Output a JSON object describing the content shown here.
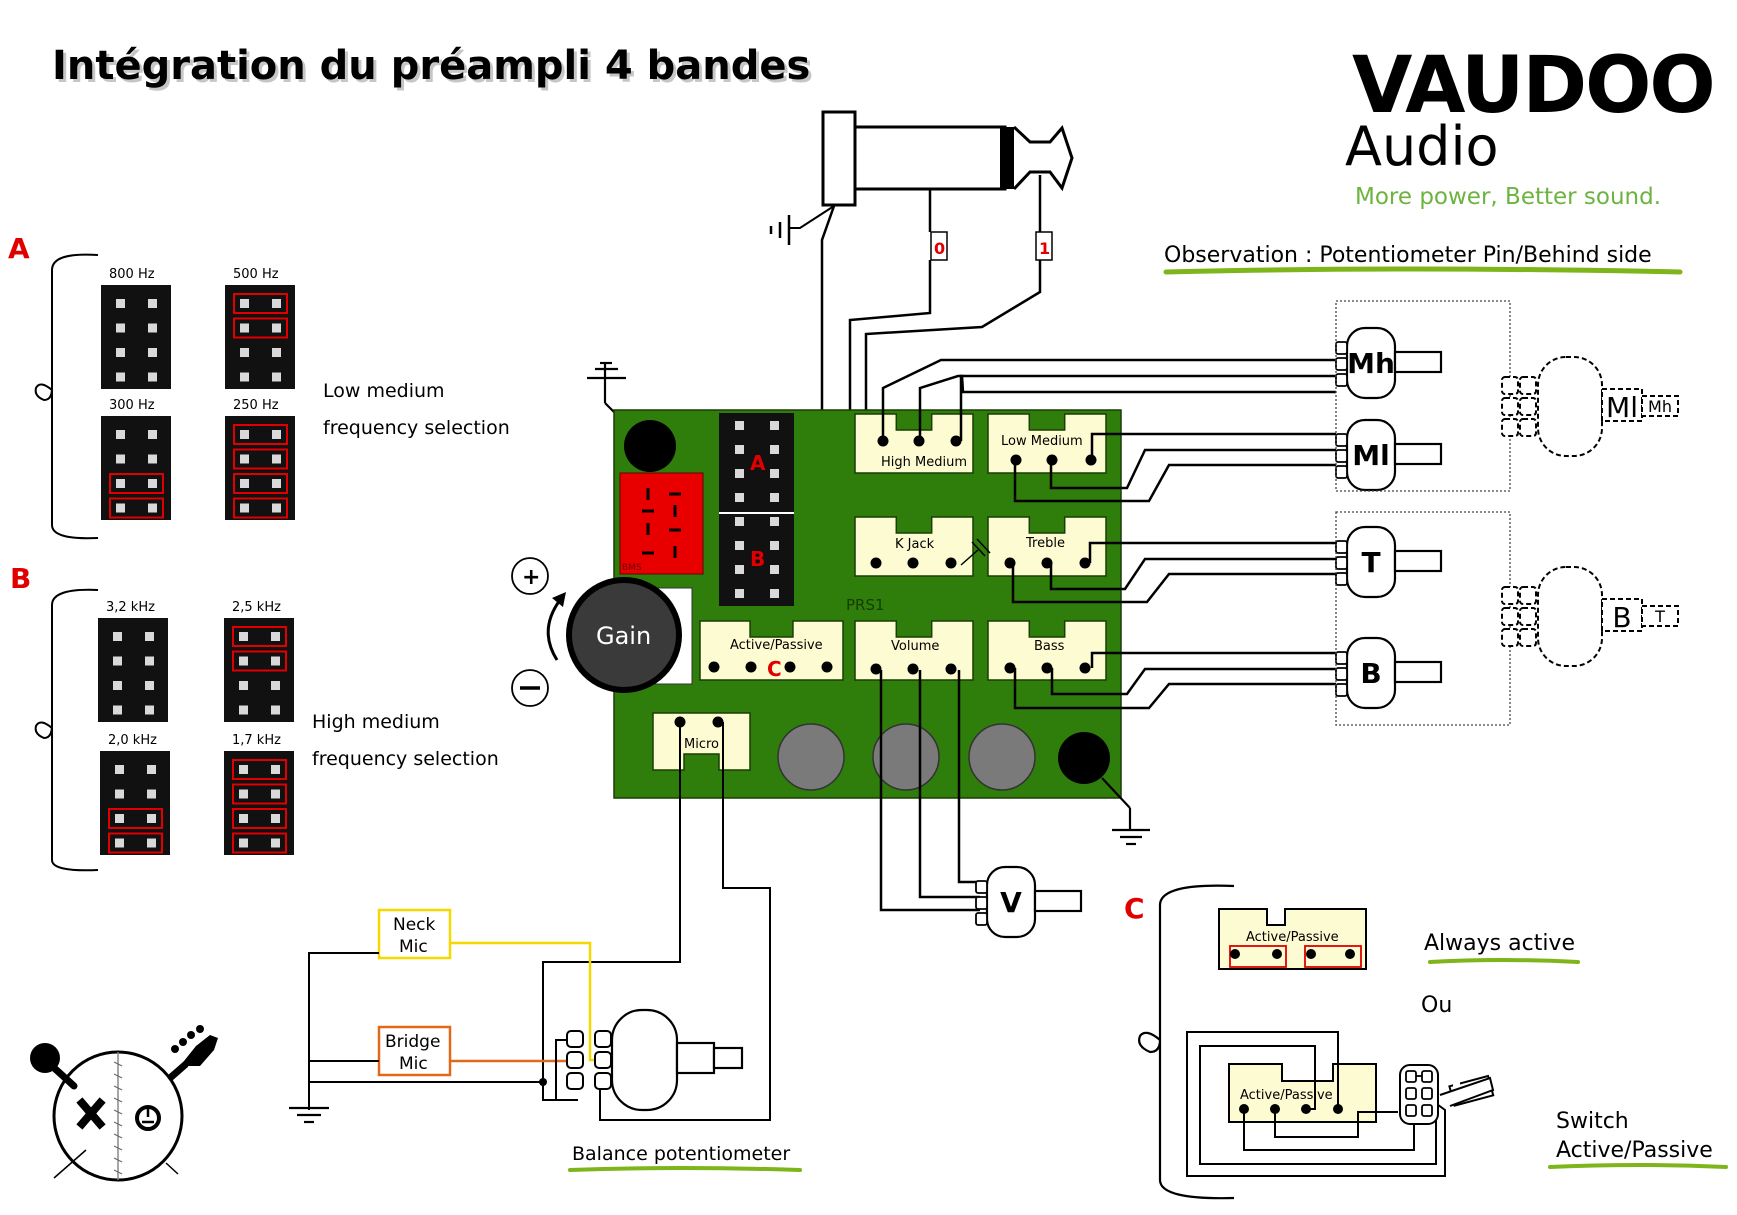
{
  "header": {
    "title": "Intégration du préampli 4 bandes"
  },
  "brand": {
    "name": "VAUDOO",
    "sub": "Audio",
    "tagline": "More power, Better sound."
  },
  "colors": {
    "pcb_green": "#2f7d0a",
    "connector_cream": "#fdfbd1",
    "accent_red": "#e00000",
    "header_black": "#111111",
    "bms_red": "#e80000",
    "underline_green": "#7db51a",
    "neck_mic": "#f5d800",
    "bridge_mic": "#e0691a",
    "gain_knob": "#3a3a3a",
    "trimmer_grey": "#7a7a7a"
  },
  "observation": {
    "label": "Observation : Potentiometer Pin/Behind side"
  },
  "section_a": {
    "letter": "A",
    "description_line1": "Low medium",
    "description_line2": "frequency selection",
    "jumpers": [
      {
        "freq": "800 Hz",
        "bridged_rows": []
      },
      {
        "freq": "500 Hz",
        "bridged_rows": [
          0,
          1
        ]
      },
      {
        "freq": "300 Hz",
        "bridged_rows": [
          2,
          3
        ]
      },
      {
        "freq": "250 Hz",
        "bridged_rows": [
          0,
          1,
          2,
          3
        ]
      }
    ]
  },
  "section_b": {
    "letter": "B",
    "description_line1": "High medium",
    "description_line2": "frequency selection",
    "jumpers": [
      {
        "freq": "3,2 kHz",
        "bridged_rows": []
      },
      {
        "freq": "2,5 kHz",
        "bridged_rows": [
          0,
          1
        ]
      },
      {
        "freq": "2,0 kHz",
        "bridged_rows": [
          2,
          3
        ]
      },
      {
        "freq": "1,7  kHz",
        "bridged_rows": [
          0,
          1,
          2,
          3
        ]
      }
    ]
  },
  "section_c": {
    "letter": "C",
    "always_active": "Always active",
    "or": "Ou",
    "switch_line1": "Switch",
    "switch_line2": "Active/Passive",
    "connector_label": "Active/Passive"
  },
  "jack": {
    "tag_sleeve": "0",
    "tag_tip": "1"
  },
  "pcb": {
    "name": "PRS1",
    "bms_label": "BMS",
    "header_a": "A",
    "header_b": "B",
    "gain_label": "Gain",
    "gain_plus": "+",
    "gain_minus": "−",
    "connectors": {
      "high_medium": "High Medium",
      "low_medium": "Low Medium",
      "k_jack": "K Jack",
      "treble": "Treble",
      "active_passive": "Active/Passive",
      "active_passive_marker": "C",
      "volume": "Volume",
      "bass": "Bass",
      "micro": "Micro"
    }
  },
  "pots": {
    "mh": "Mh",
    "ml": "Ml",
    "t": "T",
    "b": "B",
    "v": "V",
    "stacked_top_main": "Ml",
    "stacked_top_shaft": "Mh",
    "stacked_bottom_main": "B",
    "stacked_bottom_shaft": "T"
  },
  "pickups": {
    "neck_line1": "Neck",
    "neck_line2": "Mic",
    "bridge_line1": "Bridge",
    "bridge_line2": "Mic"
  },
  "balance": {
    "label": "Balance potentiometer"
  }
}
